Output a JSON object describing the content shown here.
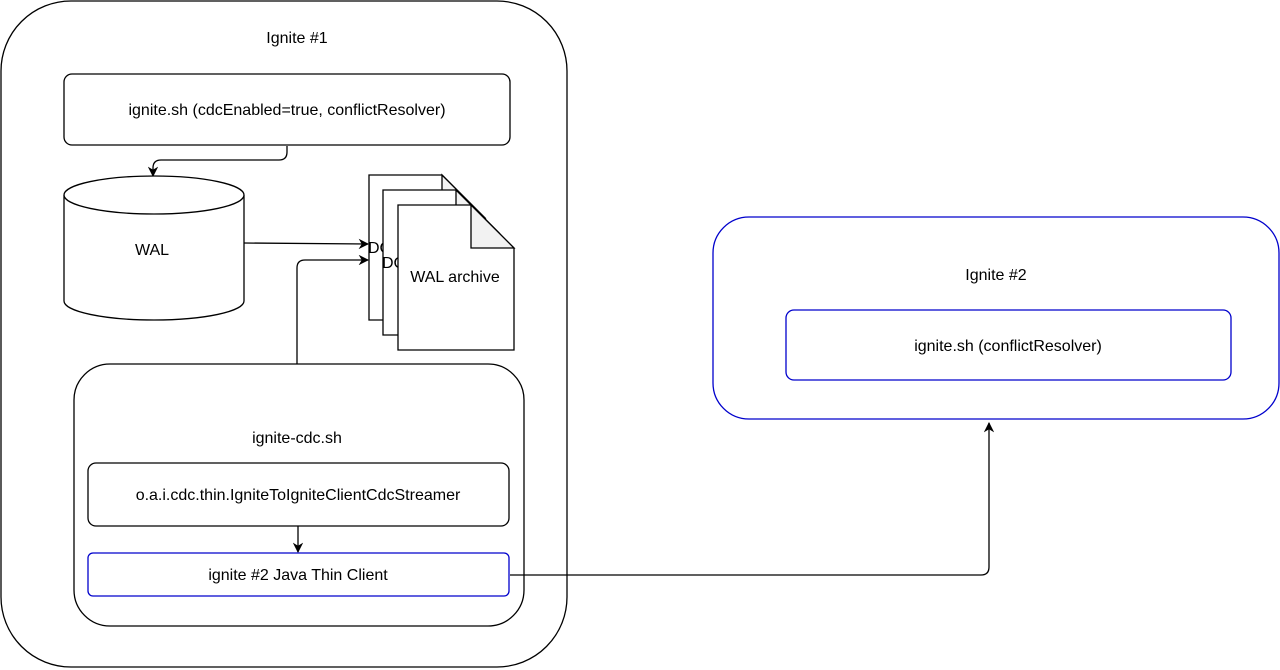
{
  "diagram": {
    "ignite1": {
      "title": "Ignite #1",
      "node_box": "ignite.sh (cdcEnabled=true, conflictResolver)",
      "wal": "WAL",
      "wal_archive": {
        "back_label": "DC",
        "mid_label": "DC",
        "front_label": "WAL archive"
      },
      "cdc": {
        "title": "ignite-cdc.sh",
        "streamer": "o.a.i.cdc.thin.IgniteToIgniteClientCdcStreamer",
        "client": "ignite #2 Java Thin Client"
      }
    },
    "ignite2": {
      "title": "Ignite #2",
      "node_box": "ignite.sh (conflictResolver)"
    },
    "colors": {
      "stroke": "#000000",
      "accent_blue": "#0000cc",
      "fill": "#ffffff",
      "fold": "#f2f2f2"
    }
  }
}
